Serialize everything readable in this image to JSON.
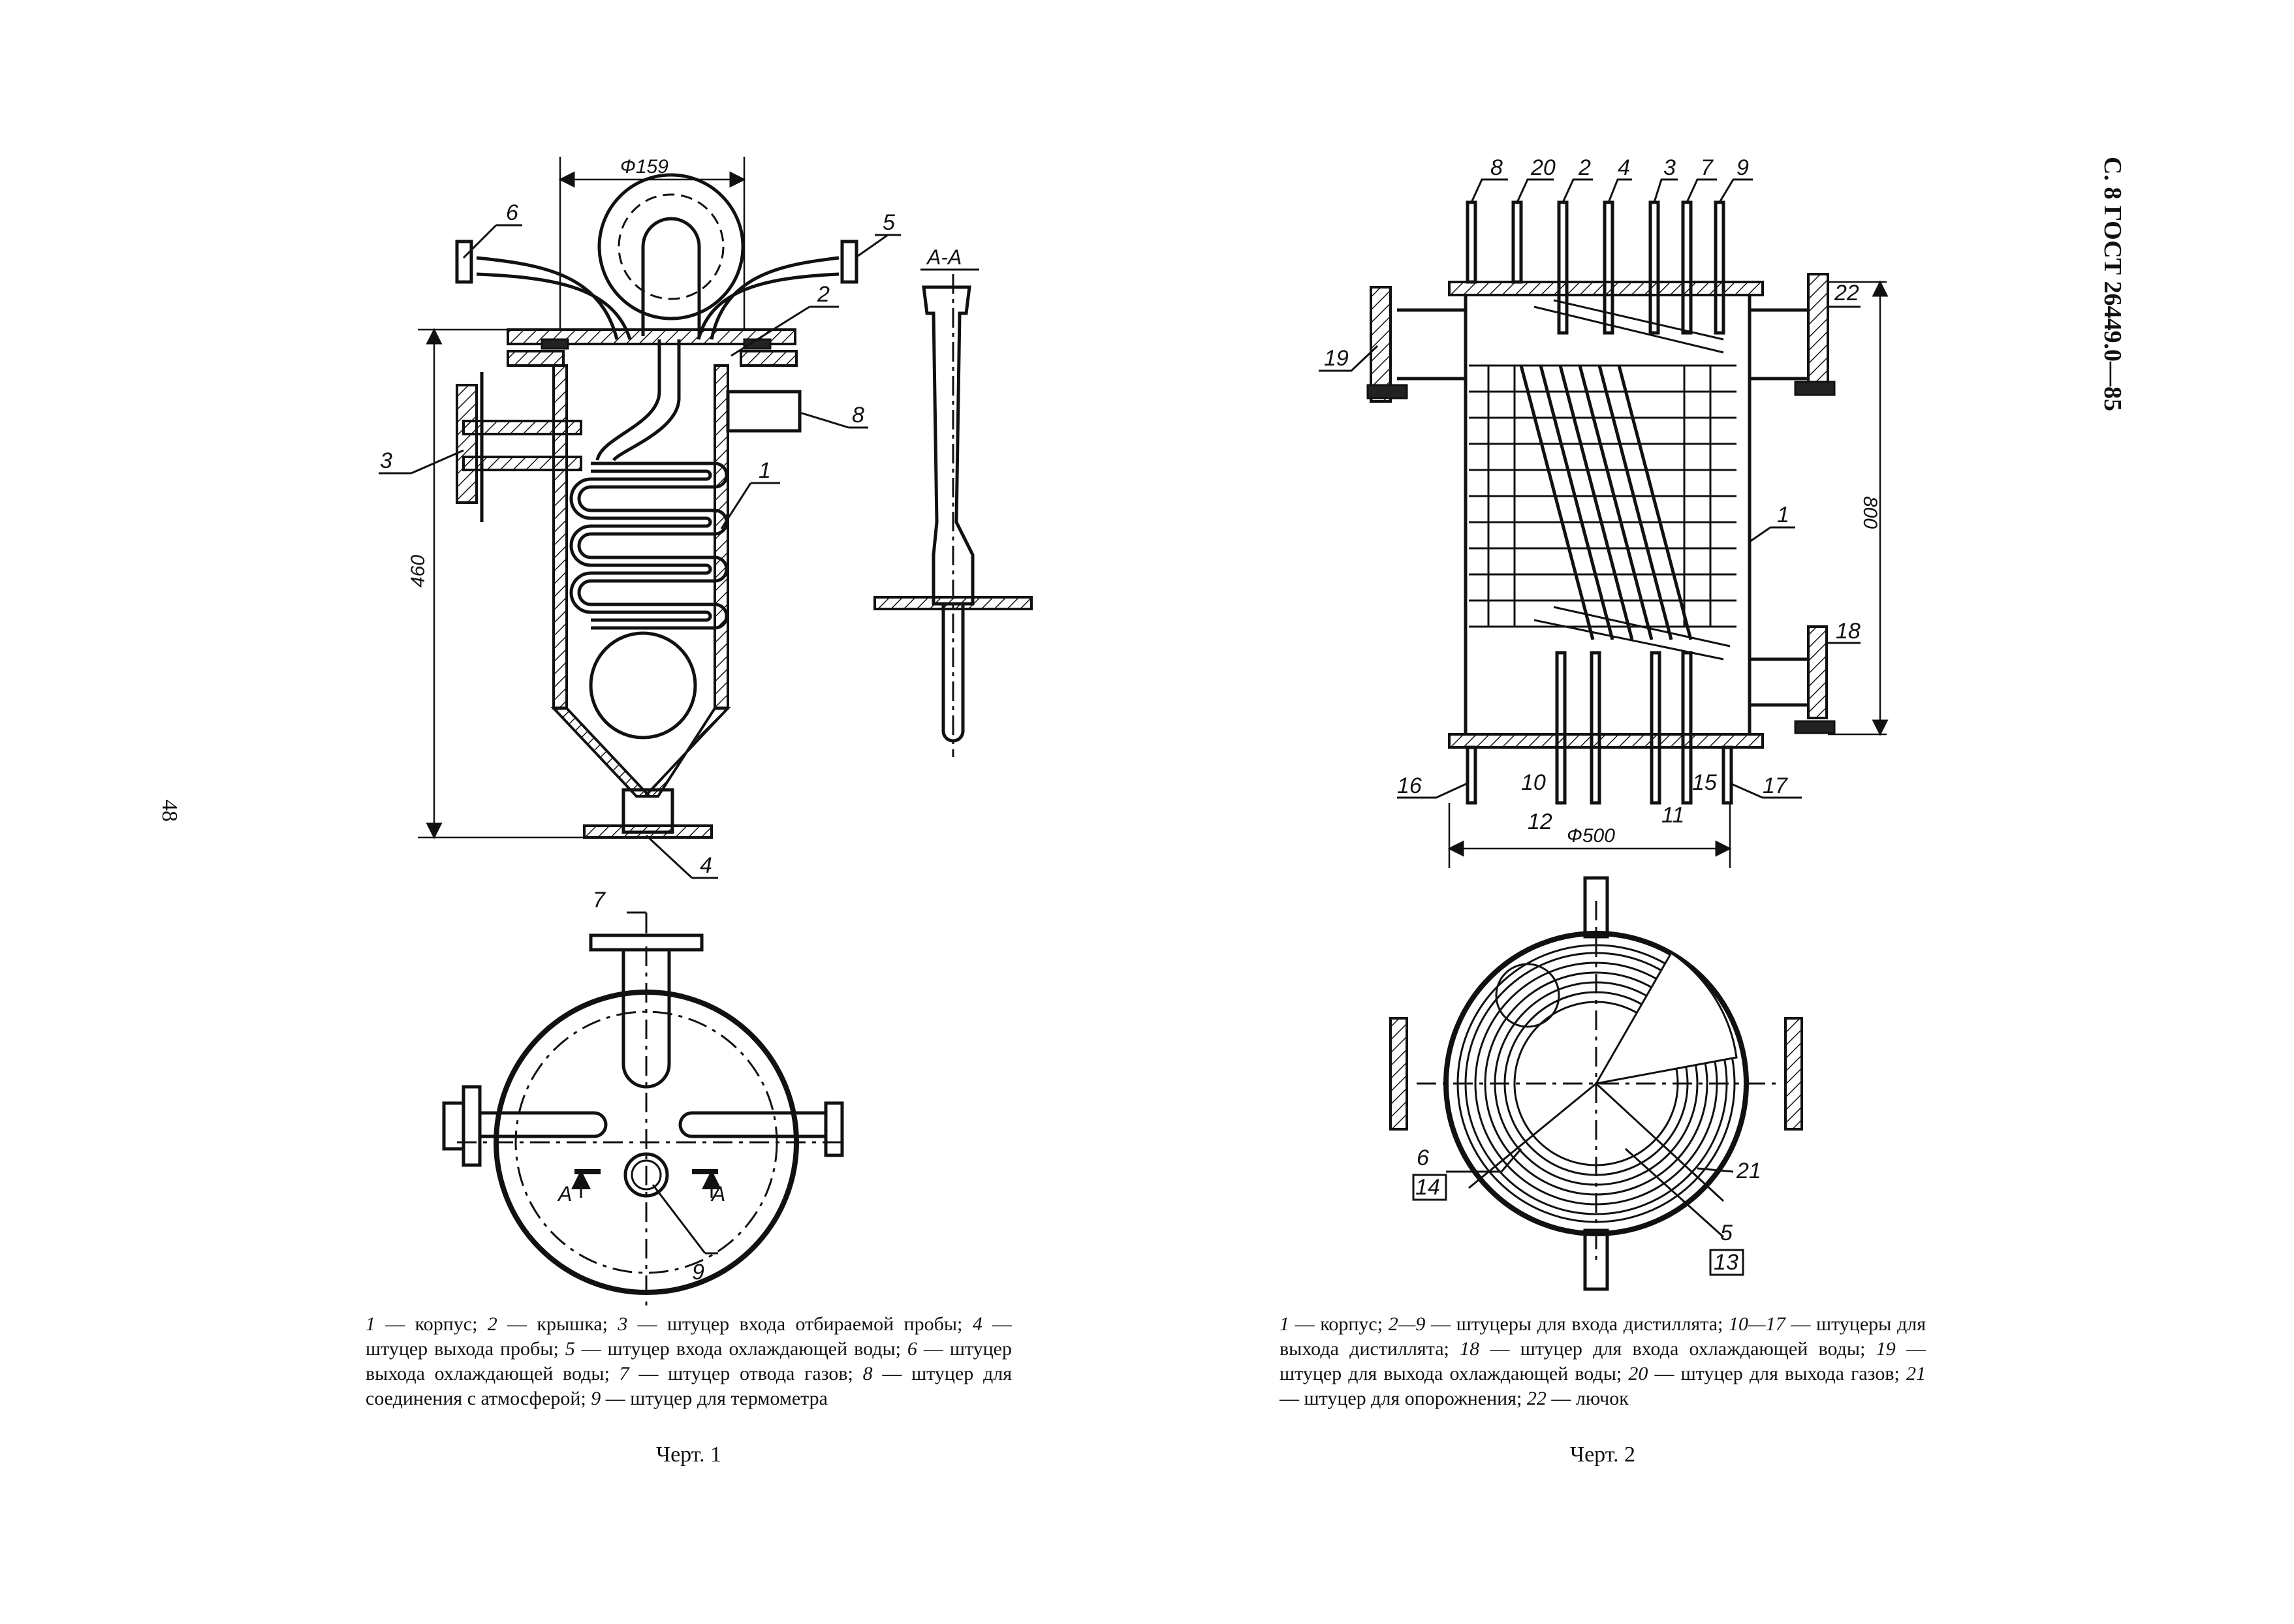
{
  "header": {
    "running_head": "С. 8 ГОСТ 26449.0—85",
    "page_number": "48"
  },
  "fig1": {
    "title": "Черт. 1",
    "dims": {
      "diameter": "Ф159",
      "height": "460"
    },
    "section": "А-А",
    "section_marks": [
      "А",
      "А"
    ],
    "labels": [
      "1",
      "2",
      "3",
      "4",
      "5",
      "6",
      "7",
      "8",
      "9"
    ],
    "caption": [
      {
        "n": "1",
        "t": " — корпус; "
      },
      {
        "n": "2",
        "t": " — крышка; "
      },
      {
        "n": "3",
        "t": " — штуцер входа отбираемой пробы; "
      },
      {
        "n": "4",
        "t": " — штуцер выхода пробы; "
      },
      {
        "n": "5",
        "t": " — штуцер входа охлаждающей воды; "
      },
      {
        "n": "6",
        "t": " — штуцер выхода охлаждающей воды; "
      },
      {
        "n": "7",
        "t": " — штуцер отвода газов; "
      },
      {
        "n": "8",
        "t": " — штуцер для соединения с атмосферой; "
      },
      {
        "n": "9",
        "t": " — штуцер для термометра"
      }
    ]
  },
  "fig2": {
    "title": "Черт. 2",
    "dims": {
      "diameter": "Ф500",
      "height": "800"
    },
    "top_labels": [
      "8",
      "20",
      "2",
      "4",
      "3",
      "7",
      "9"
    ],
    "bottom_labels": [
      "16",
      "10",
      "12",
      "11",
      "15",
      "17"
    ],
    "side_labels": [
      "19",
      "22",
      "1",
      "18"
    ],
    "plan_labels": [
      "6",
      "14",
      "5",
      "13",
      "21"
    ],
    "caption": [
      {
        "n": "1",
        "t": " — корпус; "
      },
      {
        "n": "2—9",
        "t": " — штуцеры для входа дистиллята; "
      },
      {
        "n": "10—17",
        "t": " — штуцеры для выхода дистиллята; "
      },
      {
        "n": "18",
        "t": " — штуцер для входа охлаждающей воды; "
      },
      {
        "n": "19",
        "t": " — штуцер для выхода охлаждающей воды; "
      },
      {
        "n": "20",
        "t": " — штуцер для выхода газов; "
      },
      {
        "n": "21",
        "t": " — штуцер для опорожнения; "
      },
      {
        "n": "22",
        "t": " — лючок"
      }
    ]
  }
}
